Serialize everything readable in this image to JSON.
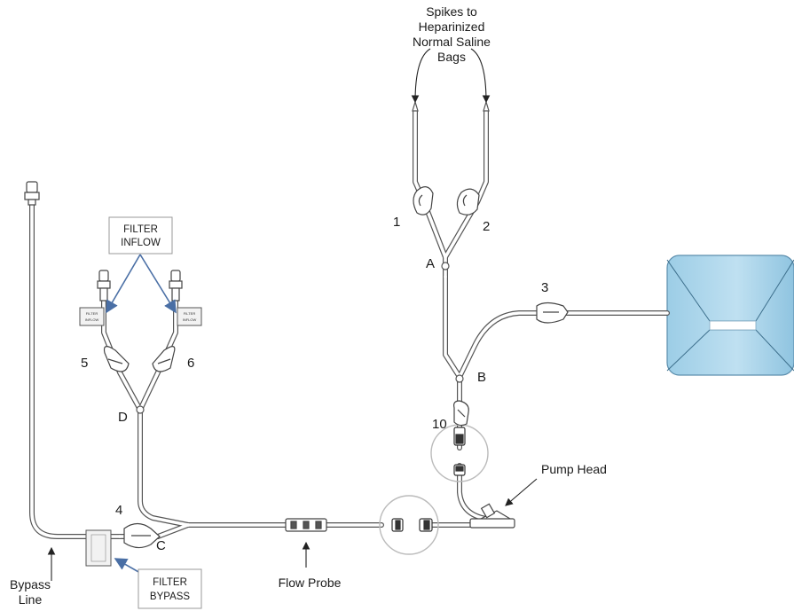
{
  "labels": {
    "spikes_line1": "Spikes to",
    "spikes_line2": "Heparinized",
    "spikes_line3": "Normal Saline",
    "spikes_line4": "Bags",
    "filter_inflow_line1": "FILTER",
    "filter_inflow_line2": "INFLOW",
    "filter_bypass_line1": "FILTER",
    "filter_bypass_line2": "BYPASS",
    "bypass_line1": "Bypass",
    "bypass_line2": "Line",
    "flow_probe": "Flow Probe",
    "pump_head": "Pump Head",
    "tag_filter": "FILTER",
    "tag_inflow": "INFLOW"
  },
  "clamps": [
    "1",
    "2",
    "3",
    "4",
    "5",
    "6",
    "10"
  ],
  "junctions": [
    "A",
    "B",
    "C",
    "D"
  ],
  "colors": {
    "tubing": "#555555",
    "arrow_blue": "#4a6fa5",
    "bag_fill": "#a7d3ea",
    "bag_edge": "#5d8fae"
  }
}
